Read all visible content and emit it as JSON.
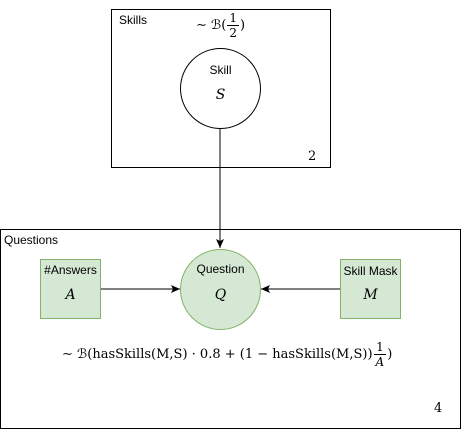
{
  "plates": {
    "skills": {
      "label": "Skills",
      "count": "2"
    },
    "questions": {
      "label": "Questions",
      "count": "4"
    }
  },
  "nodes": {
    "skill": {
      "title": "Skill",
      "var": "S",
      "fill": "#ffffff",
      "stroke": "#000000"
    },
    "question": {
      "title": "Question",
      "var": "Q",
      "fill": "#d5e8d4",
      "stroke": "#82b366"
    },
    "answers": {
      "title": "#Answers",
      "var": "A",
      "fill": "#d5e8d4",
      "stroke": "#82b366"
    },
    "skill_mask": {
      "title": "Skill Mask",
      "var": "M",
      "fill": "#d5e8d4",
      "stroke": "#82b366"
    }
  },
  "formulas": {
    "skill_prior": {
      "prefix": "∼ ℬ(",
      "num": "1",
      "den": "2",
      "suffix": ")"
    },
    "question_dist": {
      "prefix": "∼ ℬ(hasSkills(M,S) · 0.8 + (1 − hasSkills(M,S))",
      "num": "1",
      "den": "A",
      "suffix": ")"
    }
  }
}
